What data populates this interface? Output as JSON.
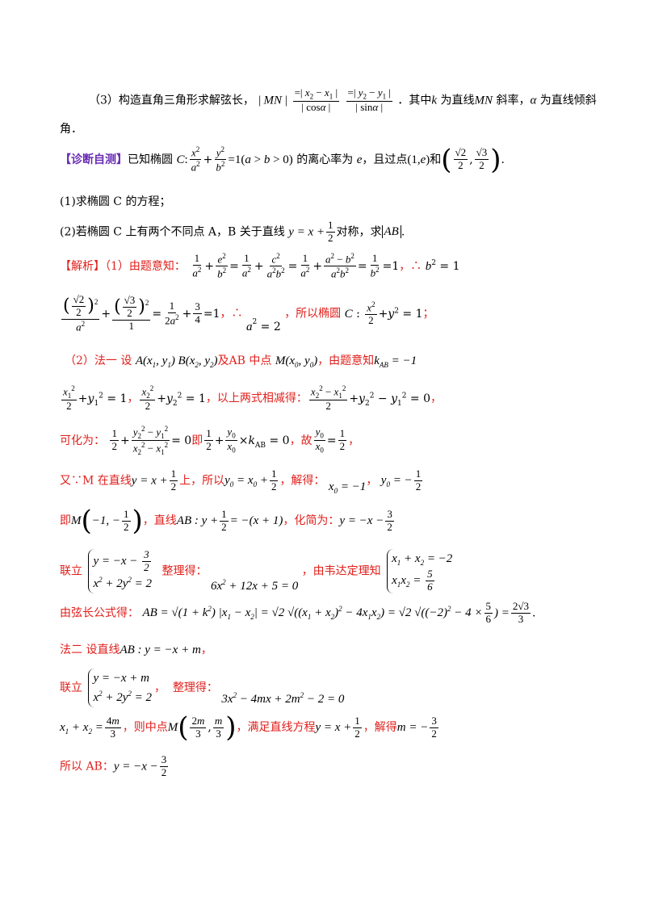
{
  "line1": {
    "prefix": "（3）构造直角三角形求解弦长，",
    "suffix": "．其中",
    "k_text": " 为直线",
    "mn_text": " 斜率，",
    "alpha_text": " 为直线倾斜"
  },
  "line1b": "角．",
  "diagnose": {
    "tag": "【诊断自测】",
    "text1": "已知椭圆",
    "text2": "的离心率为",
    "e": "e",
    "text3": "，且过点",
    "text4": "和",
    "text5": "."
  },
  "q1": "(1)求椭圆 C 的方程；",
  "q2": {
    "prefix": "(2)若椭圆 C 上有两个不同点 A，B 关于直线",
    "suffix": "对称，求"
  },
  "sol": {
    "tag": "【解析】",
    "p1": "（1）由题意知：",
    "therefore": "∴",
    "so_ellipse": "，所以椭圆",
    "m1_prefix": "（2）法一  设",
    "m1_and": "及",
    "m1_mid": "AB 中点",
    "m1_known": "，由题意知",
    "subtract": "，以上两式相减得：",
    "simplify": "可化为：",
    "ji": "即",
    "gu": "，故",
    "you": "又∵M 在直线",
    "shang": "上，所以",
    "jiede": "，解得：",
    "ji2": "即",
    "line_ab": "，直线",
    "huajian": "，化简为：",
    "lianli": "联立",
    "zhengli": "整理得：",
    "weida": "，由韦达定理知",
    "chord": "由弦长公式得：",
    "m2": "法二  设直线",
    "lianli2": "联立",
    "zhengli2": "整理得：",
    "zhong": "，则中点",
    "manzu": "，满足直线方程",
    "jiede2": "，解得",
    "suoyi": "所以 AB："
  }
}
